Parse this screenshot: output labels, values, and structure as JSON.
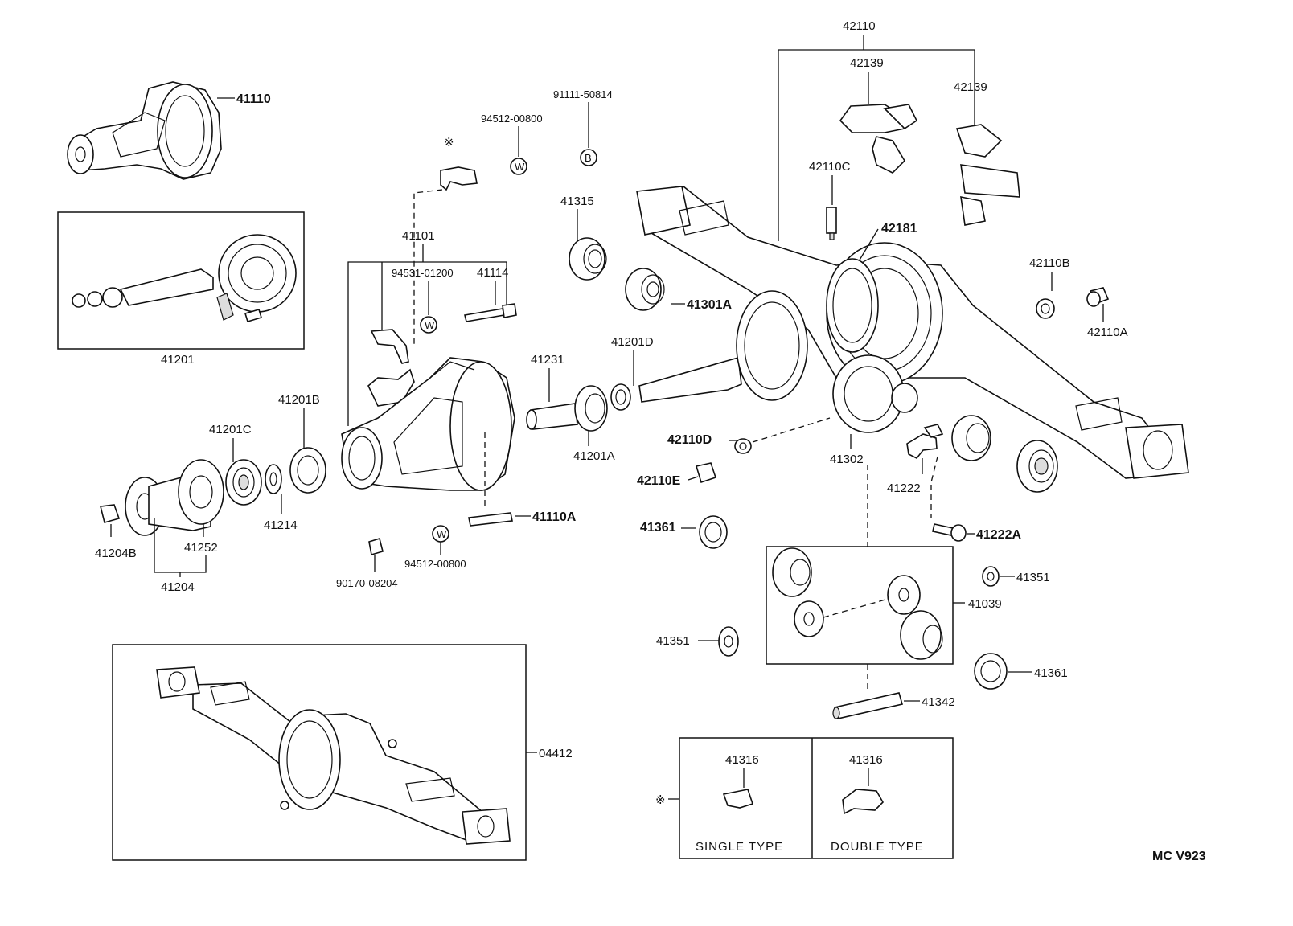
{
  "labels": {
    "p42110": "42110",
    "p42139a": "42139",
    "p42139b": "42139",
    "p41110": "41110",
    "p91111": "91111-50814",
    "p94512a": "94512-00800",
    "p41315": "41315",
    "p42110c": "42110C",
    "p42181": "42181",
    "p42110b": "42110B",
    "p42110a": "42110A",
    "p41101": "41101",
    "p94531": "94531-01200",
    "p41114": "41114",
    "p41301a": "41301A",
    "p41201": "41201",
    "p41231": "41231",
    "p41201d": "41201D",
    "p41201b": "41201B",
    "p41201c": "41201C",
    "p41201a": "41201A",
    "p42110d": "42110D",
    "p41302": "41302",
    "p42110e": "42110E",
    "p41222": "41222",
    "p41110a": "41110A",
    "p41222a": "41222A",
    "p41214": "41214",
    "p41252": "41252",
    "p41204b": "41204B",
    "p41204": "41204",
    "p41361a": "41361",
    "p94512b": "94512-00800",
    "p90170": "90170-08204",
    "p41351a": "41351",
    "p41039": "41039",
    "p41351b": "41351",
    "p41361b": "41361",
    "p41342": "41342",
    "p04412": "04412",
    "p41316a": "41316",
    "p41316b": "41316",
    "single": "SINGLE  TYPE",
    "double": "DOUBLE  TYPE",
    "code": "MC V923",
    "mark": "※",
    "markW1": "W",
    "markB": "B",
    "markW2": "W",
    "markW3": "W"
  }
}
